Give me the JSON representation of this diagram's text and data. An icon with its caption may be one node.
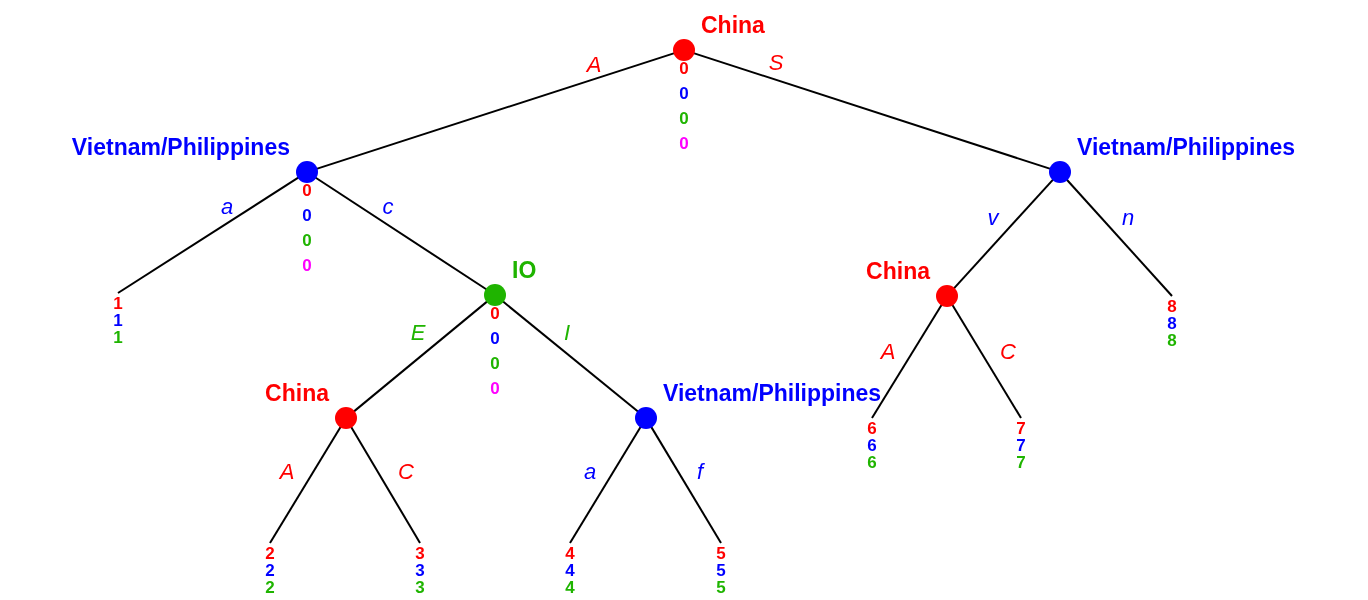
{
  "diagram": {
    "nodes": [
      {
        "text": [
          "China"
        ],
        "beside": [
          "0",
          "0",
          "0",
          "0"
        ]
      },
      {
        "text": [
          "Vietnam/Philippines"
        ],
        "beside": [
          "0",
          "0",
          "0",
          "0"
        ]
      },
      {
        "text": [
          "Vietnam/Philippines"
        ]
      },
      {
        "text": [
          "1",
          "1",
          "1"
        ]
      },
      {
        "text": [
          "IO"
        ],
        "beside": [
          "0",
          "0",
          "0",
          "0"
        ]
      },
      {
        "text": [
          "China"
        ]
      },
      {
        "text": [
          "8",
          "8",
          "8"
        ]
      },
      {
        "text": [
          "China"
        ]
      },
      {
        "text": [
          "Vietnam/Philippines"
        ]
      },
      {
        "text": [
          "6",
          "6",
          "6"
        ]
      },
      {
        "text": [
          "7",
          "7",
          "7"
        ]
      },
      {
        "text": [
          "2",
          "2",
          "2"
        ]
      },
      {
        "text": [
          "3",
          "3",
          "3"
        ]
      },
      {
        "text": [
          "4",
          "4",
          "4"
        ]
      },
      {
        "text": [
          "5",
          "5",
          "5"
        ]
      }
    ],
    "edges": [
      {
        "from": 0,
        "to": 1,
        "arrow": "none",
        "label": "A"
      },
      {
        "from": 0,
        "to": 2,
        "arrow": "none",
        "label": "S"
      },
      {
        "from": 1,
        "to": 3,
        "arrow": "none",
        "label": "a"
      },
      {
        "from": 1,
        "to": 4,
        "arrow": "none",
        "label": "c"
      },
      {
        "from": 2,
        "to": 5,
        "arrow": "none",
        "label": "v"
      },
      {
        "from": 2,
        "to": 6,
        "arrow": "none",
        "label": "n"
      },
      {
        "from": 4,
        "to": 7,
        "arrow": "none",
        "label": "E"
      },
      {
        "from": 4,
        "to": 8,
        "arrow": "none",
        "label": "I"
      },
      {
        "from": 5,
        "to": 9,
        "arrow": "none",
        "label": "A"
      },
      {
        "from": 5,
        "to": 10,
        "arrow": "none",
        "label": "C"
      },
      {
        "from": 7,
        "to": 11,
        "arrow": "none",
        "label": "A"
      },
      {
        "from": 7,
        "to": 12,
        "arrow": "none",
        "label": "C"
      },
      {
        "from": 8,
        "to": 13,
        "arrow": "none",
        "label": "a"
      },
      {
        "from": 8,
        "to": 14,
        "arrow": "none",
        "label": "f"
      }
    ]
  }
}
